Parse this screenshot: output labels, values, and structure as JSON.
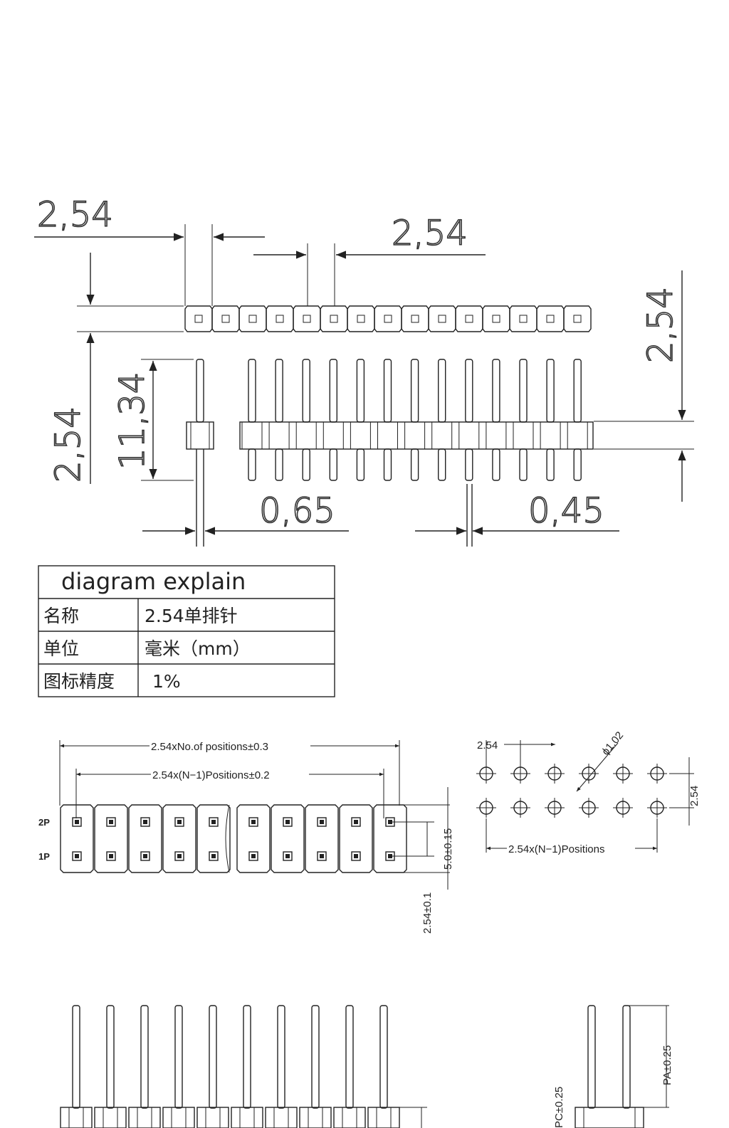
{
  "top_drawing": {
    "dim_pitch_top_left": "2,54",
    "dim_pitch_top_right": "2,54",
    "dim_width_left": "2,54",
    "dim_height": "11,34",
    "dim_width_right": "2,54",
    "dim_pin_thick": "0,65",
    "dim_pin_thin": "0,45"
  },
  "table": {
    "title": "diagram explain",
    "rows": [
      {
        "key": "名称",
        "value": "2.54单排针"
      },
      {
        "key": "单位",
        "value": "毫米（mm）"
      },
      {
        "key": "图标精度",
        "value": "1%"
      }
    ]
  },
  "double_row_drawing": {
    "overall_length": "2.54xNo.of  positions±0.3",
    "pitch_length": "2.54x(N−1)Positions±0.2",
    "row_label_top": "2P",
    "row_label_bottom": "1P",
    "row_spacing": "5.0±0.15",
    "side_tolerance": "2.54±0.1"
  },
  "pcb_layout": {
    "pitch": "2.54",
    "hole_diameter": "ϕ1.02",
    "row_pitch": "2.54",
    "length": "2.54x(N−1)Positions"
  },
  "side_view": {
    "pc_label": "PC±0.25",
    "pa_label": "PA±0.25"
  }
}
